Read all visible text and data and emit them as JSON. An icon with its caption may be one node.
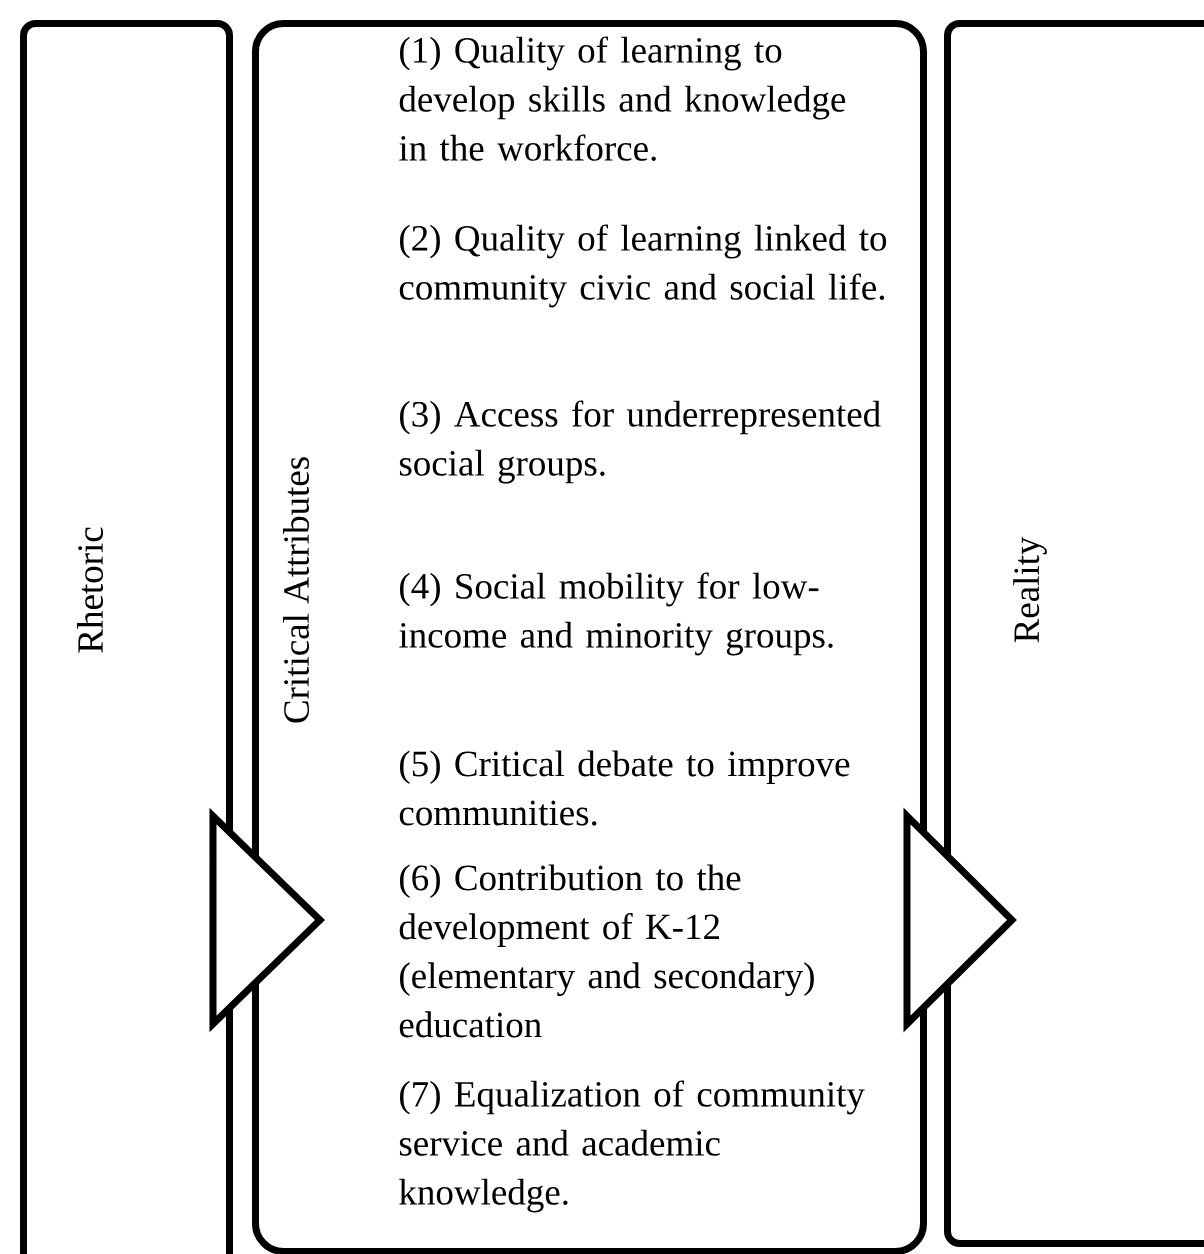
{
  "diagram": {
    "nodes": [
      {
        "text": [
          "Rhetoric"
        ]
      },
      {
        "text": [
          "Critical Attributes",
          "(1) Quality of learning to develop skills and knowledge in the workforce.",
          "(2) Quality of learning linked to community civic and social life.",
          "(3) Access for underrepresented social groups.",
          "(4) Social mobility for low-income and minority groups.",
          "(5) Critical debate to improve communities.",
          "(6) Contribution to the development of K-12 (elementary and secondary) education",
          "(7) Equalization of community service and academic knowledge."
        ]
      },
      {
        "text": [
          "Reality"
        ]
      }
    ],
    "edges": [
      {
        "from": 0,
        "to": 1,
        "arrow": "to"
      },
      {
        "from": 1,
        "to": 2,
        "arrow": "to"
      }
    ]
  }
}
